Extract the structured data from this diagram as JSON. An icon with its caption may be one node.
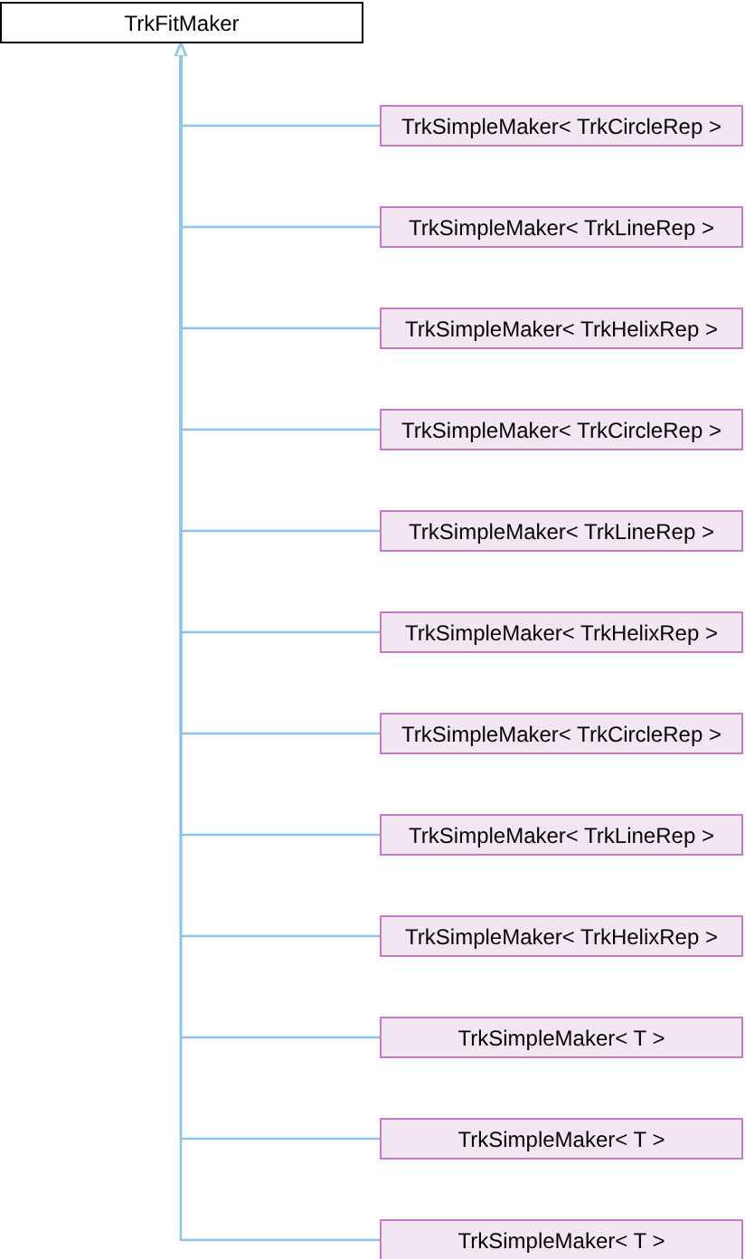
{
  "diagram": {
    "nodes": [
      {
        "text": [
          "TrkFitMaker"
        ]
      },
      {
        "text": [
          "TrkSimpleMaker< TrkCircleRep >"
        ]
      },
      {
        "text": [
          "TrkSimpleMaker< TrkLineRep >"
        ]
      },
      {
        "text": [
          "TrkSimpleMaker< TrkHelixRep >"
        ]
      },
      {
        "text": [
          "TrkSimpleMaker< TrkCircleRep >"
        ]
      },
      {
        "text": [
          "TrkSimpleMaker< TrkLineRep >"
        ]
      },
      {
        "text": [
          "TrkSimpleMaker< TrkHelixRep >"
        ]
      },
      {
        "text": [
          "TrkSimpleMaker< TrkCircleRep >"
        ]
      },
      {
        "text": [
          "TrkSimpleMaker< TrkLineRep >"
        ]
      },
      {
        "text": [
          "TrkSimpleMaker< TrkHelixRep >"
        ]
      },
      {
        "text": [
          "TrkSimpleMaker< T >"
        ]
      },
      {
        "text": [
          "TrkSimpleMaker< T >"
        ]
      },
      {
        "text": [
          "TrkSimpleMaker< T >"
        ]
      }
    ],
    "edges": [
      {
        "from": 1,
        "to": 0,
        "arrow": "to"
      },
      {
        "from": 2,
        "to": 0,
        "arrow": "to"
      },
      {
        "from": 3,
        "to": 0,
        "arrow": "to"
      },
      {
        "from": 4,
        "to": 0,
        "arrow": "to"
      },
      {
        "from": 5,
        "to": 0,
        "arrow": "to"
      },
      {
        "from": 6,
        "to": 0,
        "arrow": "to"
      },
      {
        "from": 7,
        "to": 0,
        "arrow": "to"
      },
      {
        "from": 8,
        "to": 0,
        "arrow": "to"
      },
      {
        "from": 9,
        "to": 0,
        "arrow": "to"
      },
      {
        "from": 10,
        "to": 0,
        "arrow": "to"
      },
      {
        "from": 11,
        "to": 0,
        "arrow": "to"
      },
      {
        "from": 12,
        "to": 0,
        "arrow": "to"
      }
    ]
  }
}
